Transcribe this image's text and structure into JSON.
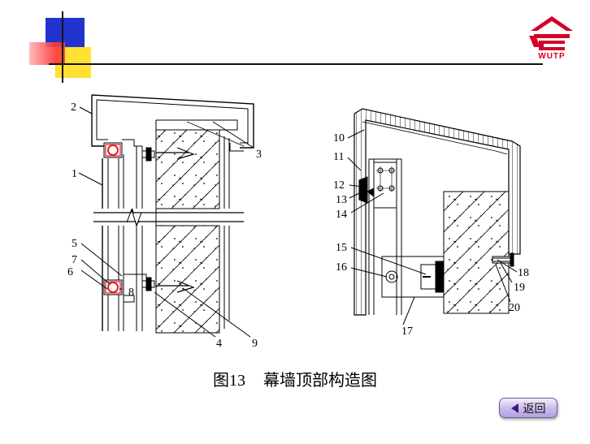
{
  "logo": {
    "text": "WUTP",
    "color": "#d4002a"
  },
  "figure": {
    "number": "图13",
    "title": "幕墙顶部构造图"
  },
  "callouts_left": [
    "1",
    "2",
    "3",
    "4",
    "5",
    "6",
    "7",
    "8",
    "9"
  ],
  "callouts_right": [
    "10",
    "11",
    "12",
    "13",
    "14",
    "15",
    "16",
    "17",
    "18",
    "19",
    "20"
  ],
  "nav": {
    "back_label": "返回",
    "back_icon": "left-arrow-icon"
  },
  "colors": {
    "deco_blue": "#2233cc",
    "deco_yellow": "#ffe033",
    "deco_red": "#ff3b3b",
    "seal_red": "#e0202a",
    "back_button_border": "#6f5c9c"
  }
}
